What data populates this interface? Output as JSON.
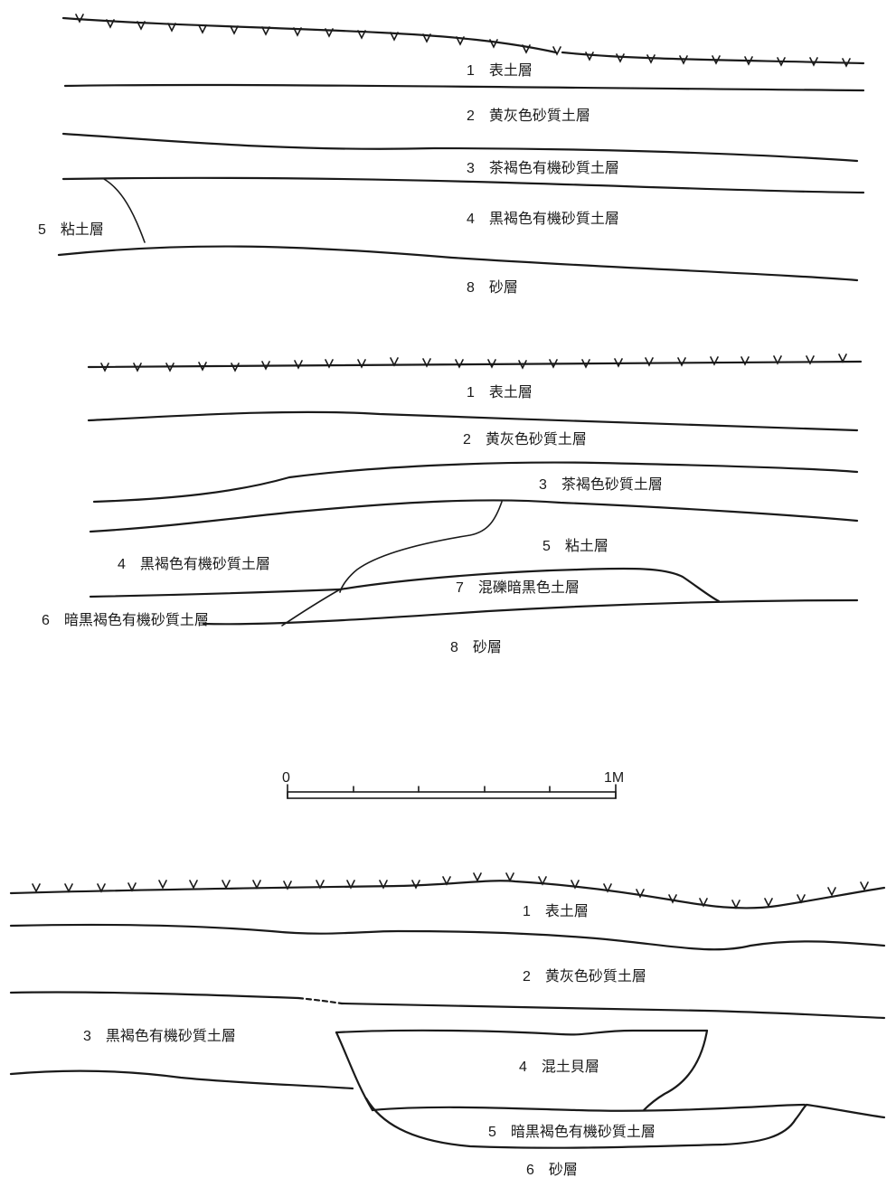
{
  "section1": {
    "layers": [
      {
        "num": "1",
        "name": "表土層"
      },
      {
        "num": "2",
        "name": "黄灰色砂質土層"
      },
      {
        "num": "3",
        "name": "茶褐色有機砂質土層"
      },
      {
        "num": "4",
        "name": "黒褐色有機砂質土層"
      },
      {
        "num": "5",
        "name": "粘土層"
      },
      {
        "num": "8",
        "name": "砂層"
      }
    ]
  },
  "section2": {
    "layers": [
      {
        "num": "1",
        "name": "表土層"
      },
      {
        "num": "2",
        "name": "黄灰色砂質土層"
      },
      {
        "num": "3",
        "name": "茶褐色砂質土層"
      },
      {
        "num": "4",
        "name": "黒褐色有機砂質土層"
      },
      {
        "num": "5",
        "name": "粘土層"
      },
      {
        "num": "6",
        "name": "暗黒褐色有機砂質土層"
      },
      {
        "num": "7",
        "name": "混礫暗黒色土層"
      },
      {
        "num": "8",
        "name": "砂層"
      }
    ]
  },
  "scale": {
    "start": "0",
    "end": "1M"
  },
  "section3": {
    "layers": [
      {
        "num": "1",
        "name": "表土層"
      },
      {
        "num": "2",
        "name": "黄灰色砂質土層"
      },
      {
        "num": "3",
        "name": "黒褐色有機砂質土層"
      },
      {
        "num": "4",
        "name": "混土貝層"
      },
      {
        "num": "5",
        "name": "暗黒褐色有機砂質土層"
      },
      {
        "num": "6",
        "name": "砂層"
      }
    ]
  }
}
